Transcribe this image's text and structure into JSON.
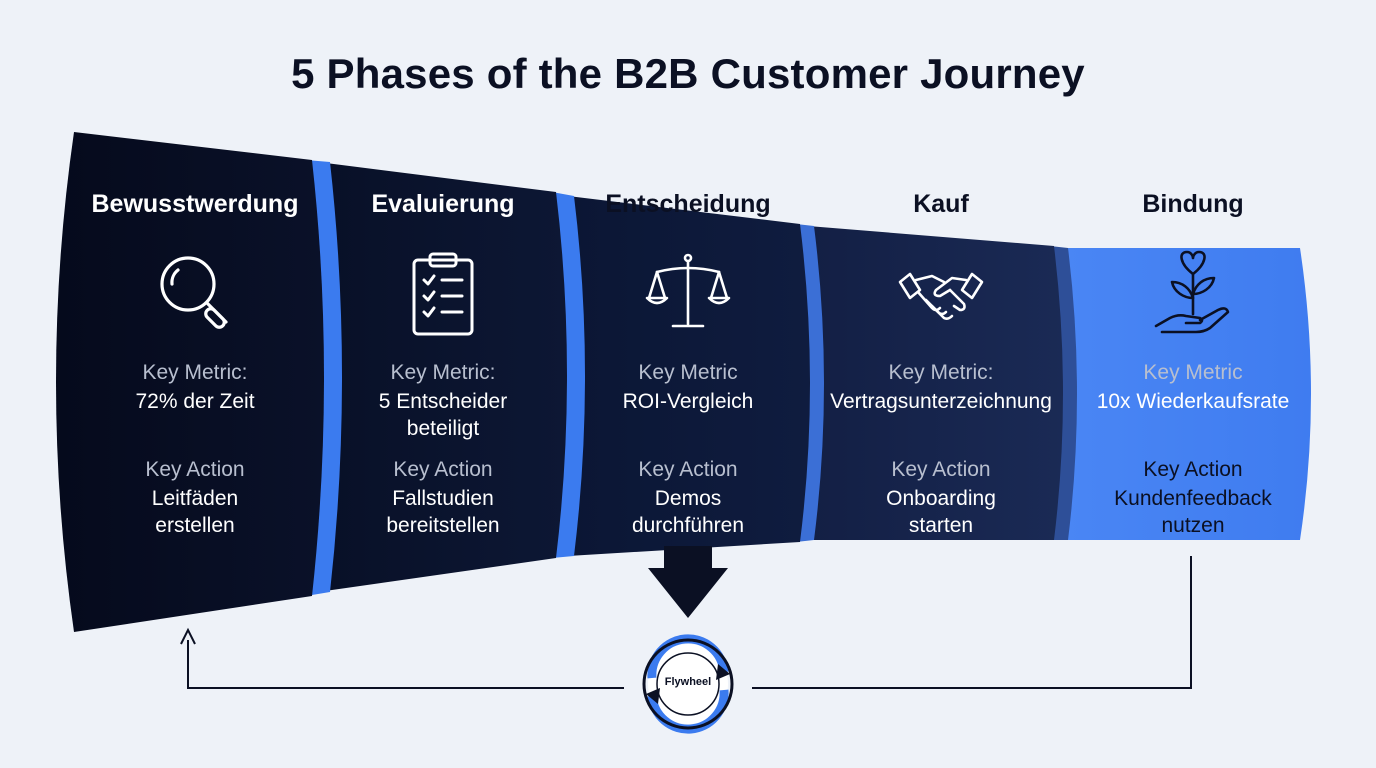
{
  "title": "5 Phases of the B2B Customer Journey",
  "colors": {
    "navy_dark": "#070d22",
    "navy_mid": "#0c1633",
    "navy_light": "#16254a",
    "accent_blue": "#3b7bef",
    "bright_blue": "#4b88f5",
    "background": "#eef2f8"
  },
  "stages": [
    {
      "name": "Bewusstwerdung",
      "icon": "magnifying-glass-icon",
      "metric_label": "Key Metric:",
      "metric_value": "72% der Zeit",
      "action_label": "Key Action",
      "action_value": "Leitfäden\nerstellen"
    },
    {
      "name": "Evaluierung",
      "icon": "clipboard-checklist-icon",
      "metric_label": "Key Metric:",
      "metric_value": "5 Entscheider\nbeteiligt",
      "action_label": "Key Action",
      "action_value": "Fallstudien\nbereitstellen"
    },
    {
      "name": "Entscheidung",
      "icon": "scales-icon",
      "metric_label": "Key Metric",
      "metric_value": "ROI-Vergleich",
      "action_label": "Key Action",
      "action_value": "Demos\ndurchführen"
    },
    {
      "name": "Kauf",
      "icon": "handshake-icon",
      "metric_label": "Key Metric:",
      "metric_value": "Vertragsunterzeichnung",
      "action_label": "Key Action",
      "action_value": "Onboarding\nstarten"
    },
    {
      "name": "Bindung",
      "icon": "heart-plant-hand-icon",
      "metric_label": "Key Metric",
      "metric_value": "10x Wiederkaufsrate",
      "action_label": "Key Action",
      "action_value": "Kundenfeedback\nnutzen"
    }
  ],
  "flywheel": {
    "label": "Flywheel",
    "icon": "circular-arrows-icon"
  }
}
